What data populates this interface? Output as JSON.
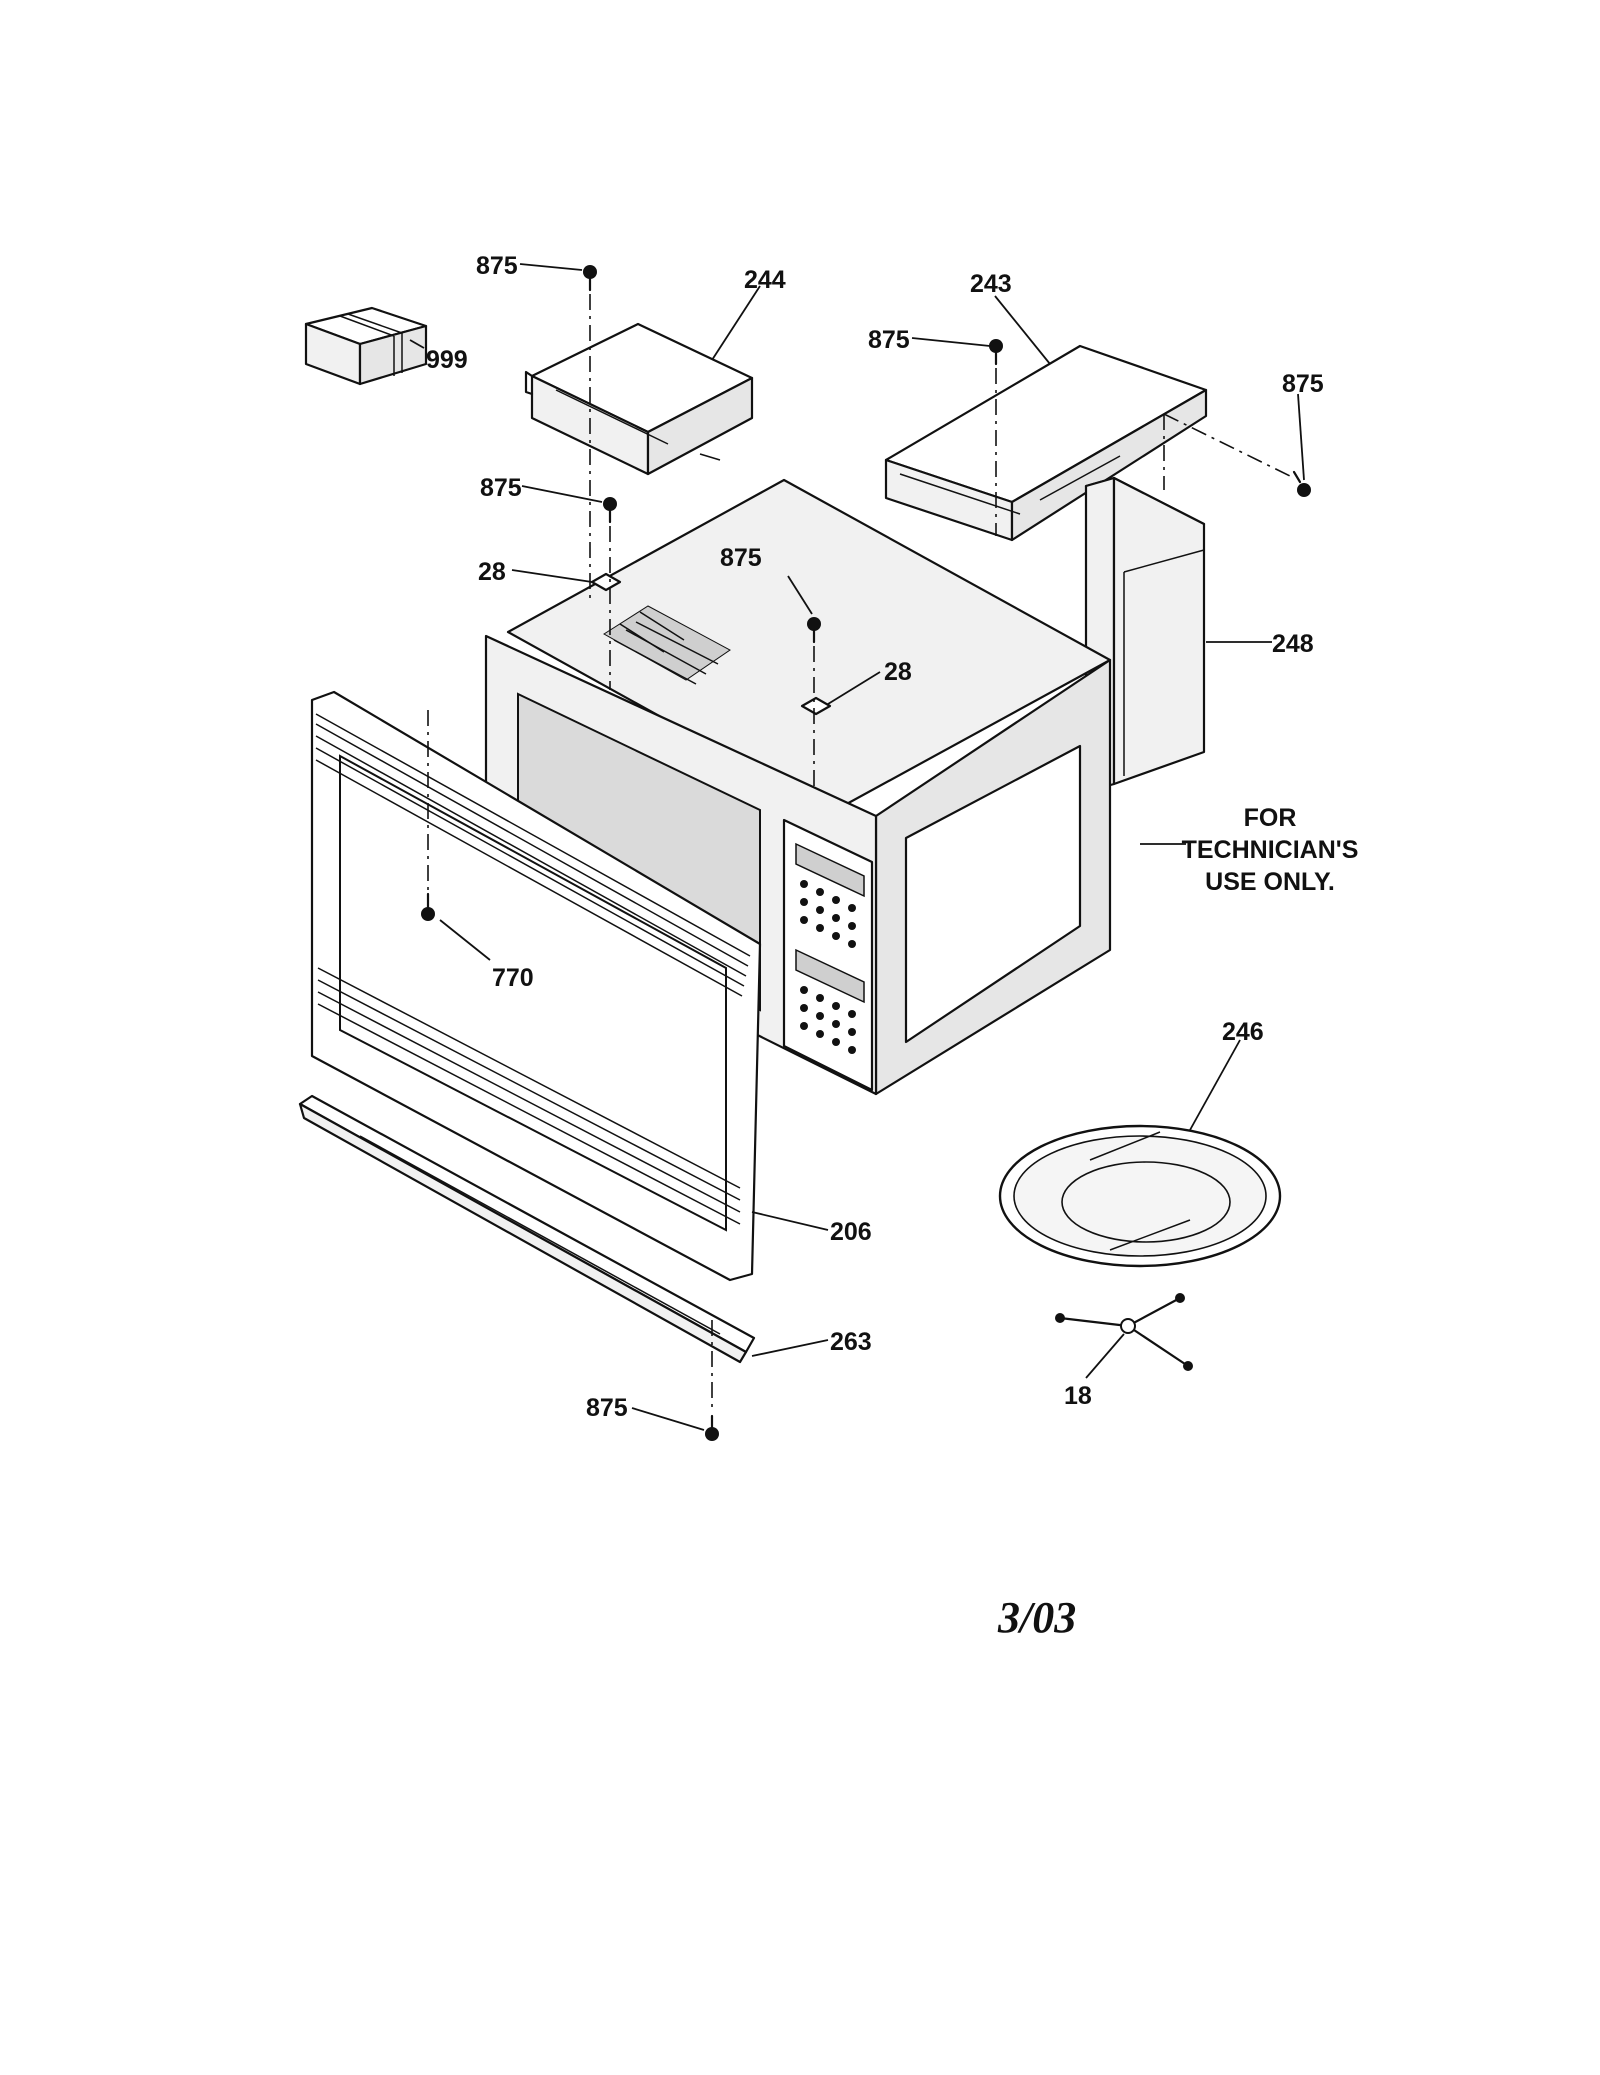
{
  "labels": {
    "box": "999",
    "screw_top_left": "875",
    "cover_244": "244",
    "cover_243": "243",
    "screw_243": "875",
    "screw_right": "875",
    "screw_mid_left": "875",
    "bracket_left": "28",
    "screw_center": "875",
    "bracket_center": "28",
    "duct": "248",
    "screw_770": "770",
    "tray": "246",
    "frame": "206",
    "trim": "263",
    "screw_bottom": "875",
    "coupler": "18"
  },
  "note": {
    "line1": "FOR",
    "line2": "TECHNICIAN'S",
    "line3": "USE ONLY."
  },
  "date": "3/03"
}
